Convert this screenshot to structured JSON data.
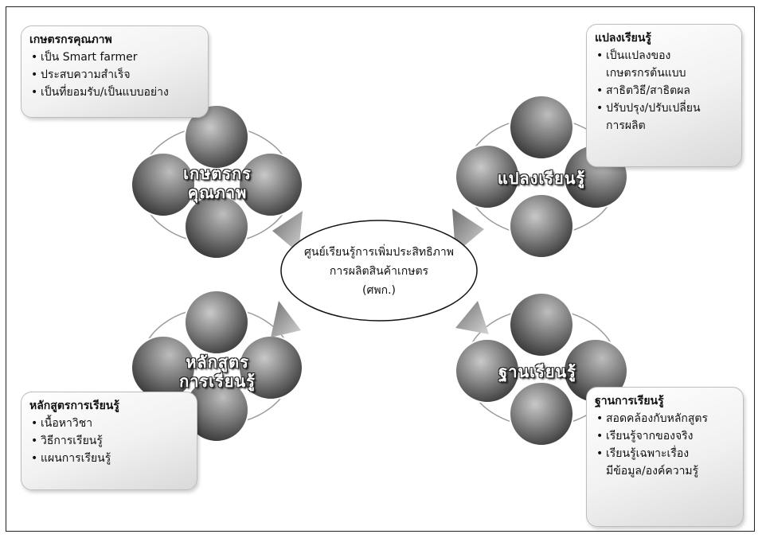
{
  "center": {
    "line1": "ศูนย์เรียนรู้การเพิ่มประสิทธิภาพ",
    "line2": "การผลิตสินค้าเกษตร",
    "line3": "(ศพก.)"
  },
  "clusters": {
    "top_left": {
      "label_line1": "เกษตรกร",
      "label_line2": "คุณภาพ"
    },
    "top_right": {
      "label_line1": "แปลงเรียนรู้",
      "label_line2": ""
    },
    "bottom_left": {
      "label_line1": "หลักสูตร",
      "label_line2": "การเรียนรู้"
    },
    "bottom_right": {
      "label_line1": "ฐานเรียนรู้",
      "label_line2": ""
    }
  },
  "boxes": {
    "top_left": {
      "title": "เกษตรกรคุณภาพ",
      "items": [
        "เป็น Smart farmer",
        "ประสบความสำเร็จ",
        "เป็นที่ยอมรับ/เป็นแบบอย่าง"
      ]
    },
    "top_right": {
      "title": "แปลงเรียนรู้",
      "items": [
        {
          "l1": "เป็นแปลงของ",
          "l2": "เกษตรกรต้นแบบ"
        },
        {
          "l1": "สาธิตวิธี/สาธิตผล",
          "l2": ""
        },
        {
          "l1": "ปรับปรุง/ปรับเปลี่ยน",
          "l2": "การผลิต"
        }
      ]
    },
    "bottom_left": {
      "title": "หลักสูตรการเรียนรู้",
      "items": [
        "เนื้อหาวิชา",
        "วิธีการเรียนรู้",
        "แผนการเรียนรู้"
      ]
    },
    "bottom_right": {
      "title": "ฐานการเรียนรู้",
      "items": [
        {
          "l1": "สอดคล้องกับหลักสูตร",
          "l2": ""
        },
        {
          "l1": "เรียนรู้จากของจริง",
          "l2": ""
        },
        {
          "l1": "เรียนรู้เฉพาะเรื่อง",
          "l2": "มีข้อมูล/องค์ความรู้"
        }
      ]
    }
  },
  "colors": {
    "photo_dark": "#3a3a3a",
    "photo_mid": "#8a8a8a",
    "photo_light": "#c9c9c9",
    "arrow": "#9e9e9e",
    "frame": "#222222"
  }
}
